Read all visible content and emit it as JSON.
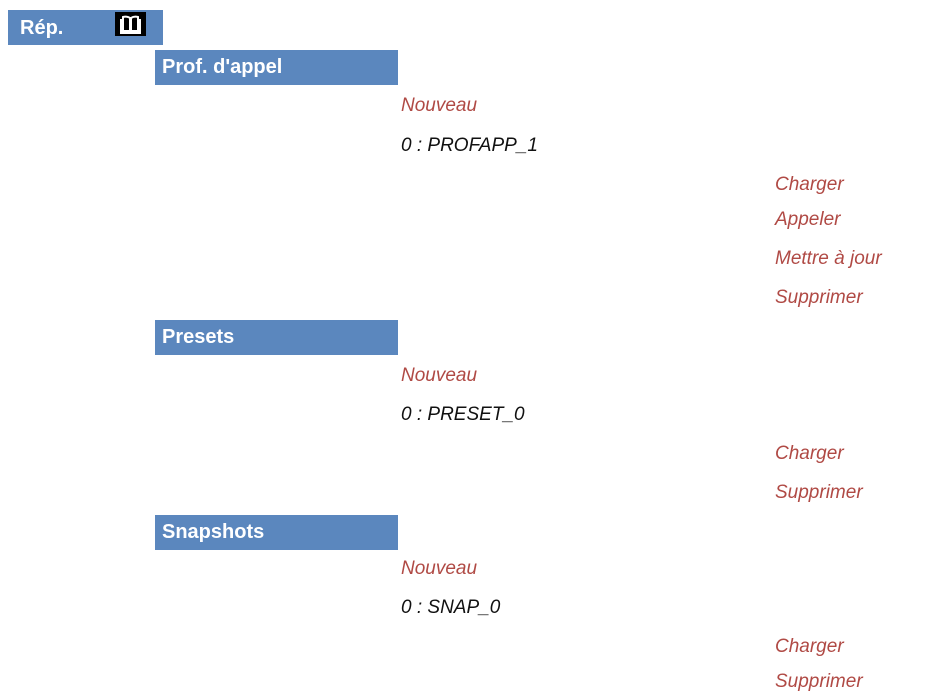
{
  "root": {
    "label": "Rép.",
    "icon": "book-icon"
  },
  "sections": [
    {
      "title": "Prof. d'appel",
      "new_label": "Nouveau",
      "entry_label": "0 : PROFAPP_1",
      "actions": [
        "Charger",
        "Appeler",
        "Mettre à jour",
        "Supprimer"
      ]
    },
    {
      "title": "Presets",
      "new_label": "Nouveau",
      "entry_label": "0 : PRESET_0",
      "actions": [
        "Charger",
        "Supprimer"
      ]
    },
    {
      "title": "Snapshots",
      "new_label": "Nouveau",
      "entry_label": "0 : SNAP_0",
      "actions": [
        "Charger",
        "Supprimer"
      ]
    }
  ],
  "colors": {
    "header_bg": "#5b87be",
    "action_text": "#b04a45",
    "entry_text": "#111111"
  }
}
